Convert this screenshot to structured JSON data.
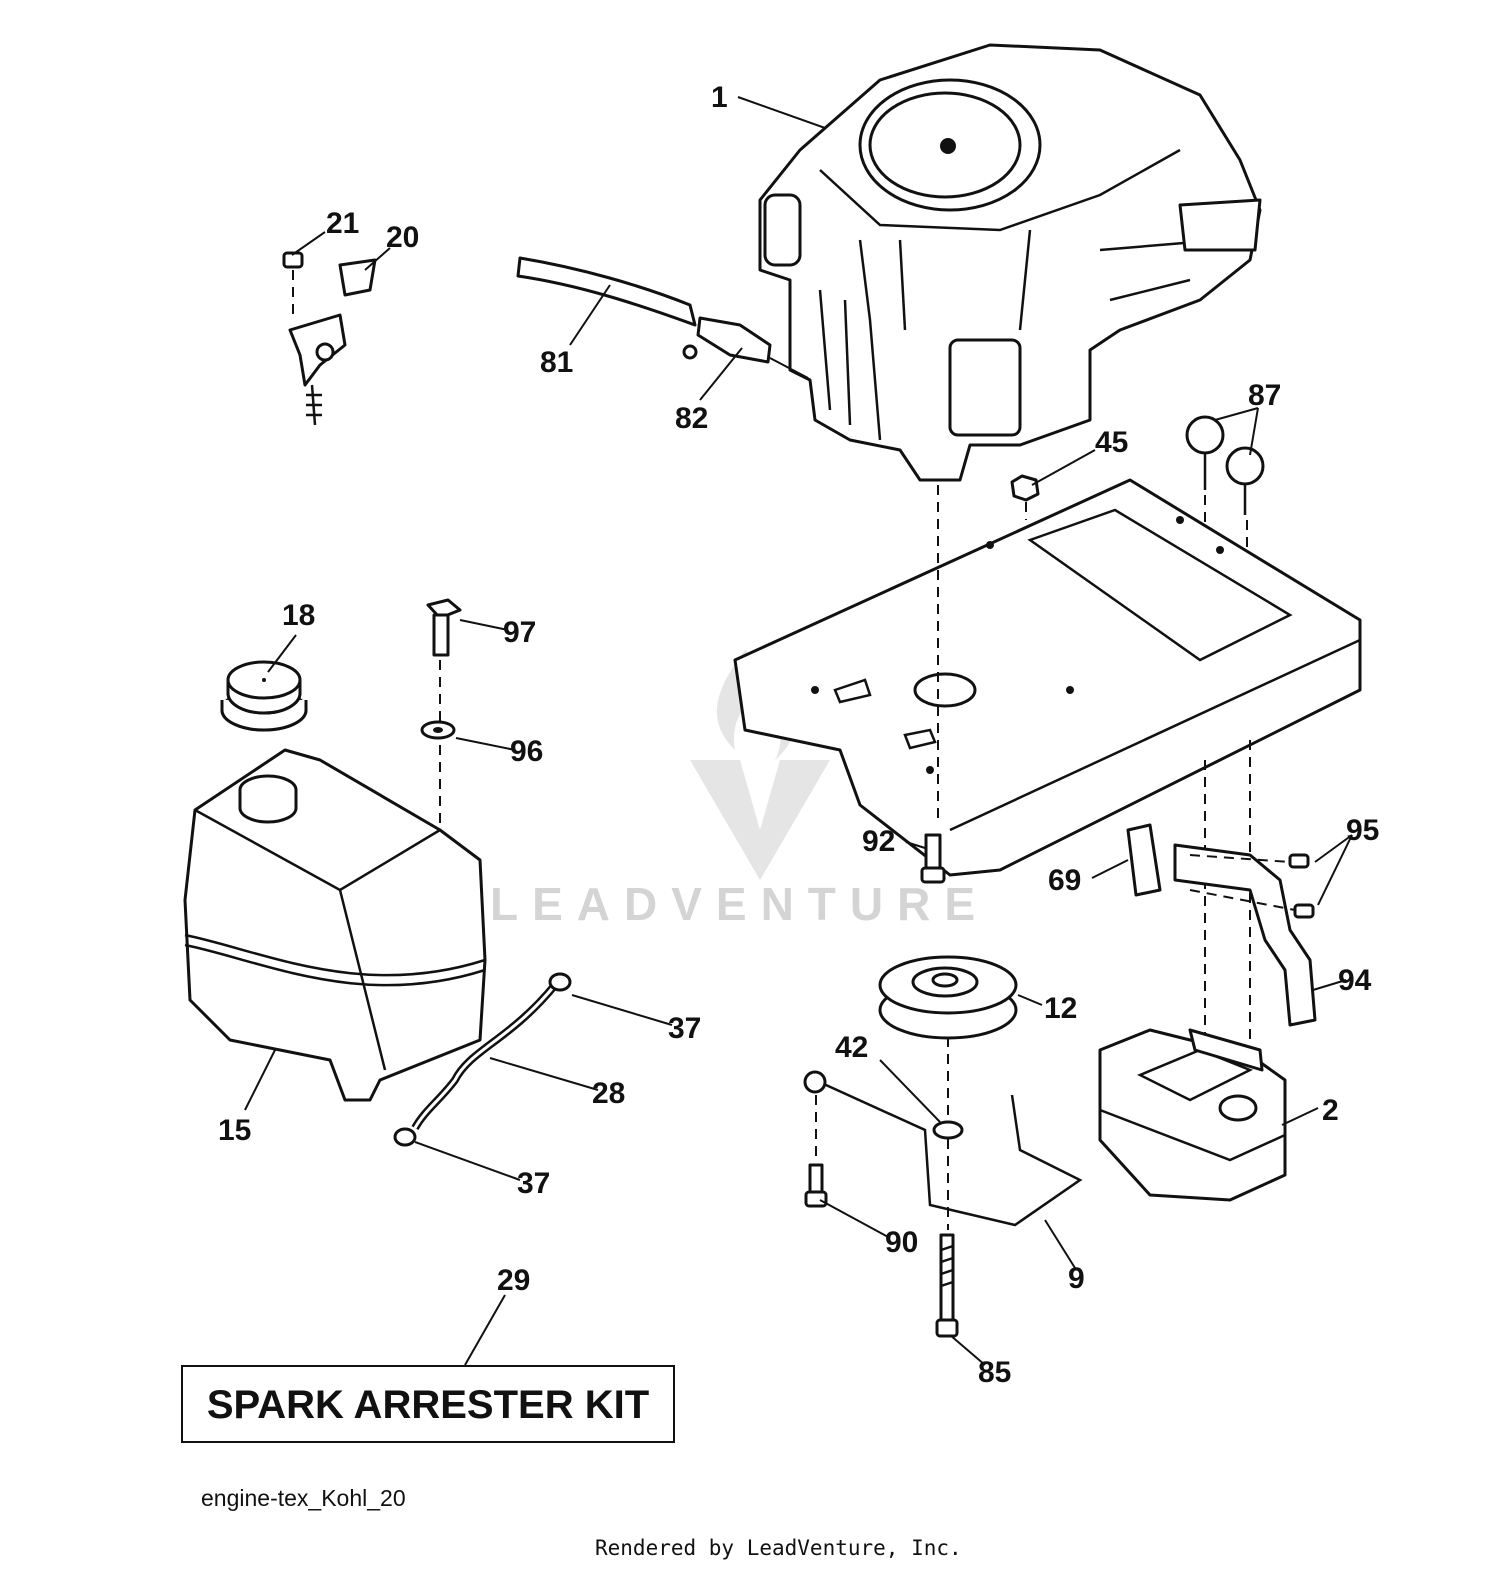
{
  "callouts": {
    "c1": "1",
    "c21": "21",
    "c20": "20",
    "c81": "81",
    "c82": "82",
    "c87": "87",
    "c45": "45",
    "c18": "18",
    "c97": "97",
    "c96": "96",
    "c92": "92",
    "c95": "95",
    "c69": "69",
    "c94": "94",
    "c12": "12",
    "c37a": "37",
    "c28": "28",
    "c15": "15",
    "c42": "42",
    "c2": "2",
    "c37b": "37",
    "c90": "90",
    "c9": "9",
    "c29": "29",
    "c85": "85"
  },
  "kit_label": "SPARK ARRESTER KIT",
  "file_name": "engine-tex_Kohl_20",
  "watermark": "LEADVENTURE",
  "footer": "Rendered by LeadVenture, Inc."
}
